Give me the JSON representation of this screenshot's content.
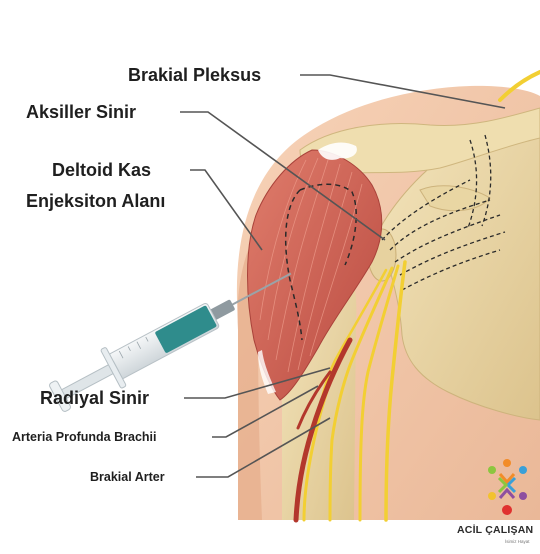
{
  "labels": {
    "brachial_plexus": "Brakial Pleksus",
    "axillary_nerve": "Aksiller Sinir",
    "deltoid_line1": "Deltoid Kas",
    "deltoid_line2": "Enjeksiton Alanı",
    "radial_nerve": "Radiyal Sinir",
    "arteria_profunda": "Arteria Profunda Brachii",
    "brachial_artery": "Brakial Arter"
  },
  "logo": {
    "brand": "ACİL ÇALIŞAN",
    "tagline": "İsimiz Hayat"
  },
  "colors": {
    "skin": "#f2c7a8",
    "skin_shadow": "#e2a985",
    "muscle": "#c9554b",
    "muscle_light": "#de7a6a",
    "bone": "#ecd9a9",
    "bone_shade": "#d9c08a",
    "nerve": "#f4d23a",
    "artery": "#b3372c",
    "syringe_fluid": "#2f8c8c",
    "leader": "#555555"
  }
}
